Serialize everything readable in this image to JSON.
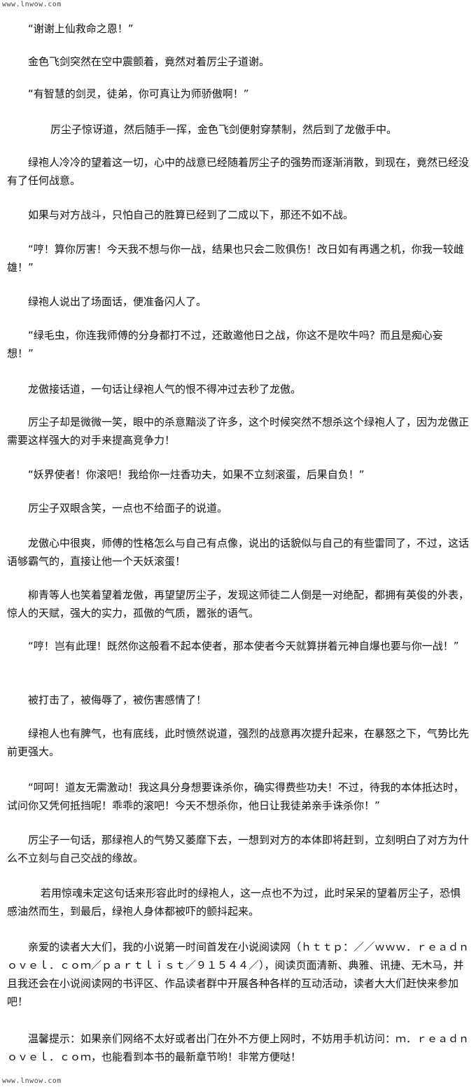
{
  "watermark": {
    "top": "www.lnwow.com",
    "bottom": "www.lnwow.com"
  },
  "paragraphs": [
    "“谢谢上仙救命之恩！”",
    "金色飞剑突然在空中震颤着，竟然对着厉尘子道谢。",
    "“有智慧的剑灵，徒弟，你可真让为师骄傲啊！”",
    "厉尘子惊讶道，然后随手一挥，金色飞剑便射穿禁制，然后到了龙傲手中。",
    "绿袍人冷冷的望着这一切，心中的战意已经随着厉尘子的强势而逐渐消散，到现在，竟然已经没有了任何战意。",
    "如果与对方战斗，只怕自己的胜算已经到了二成以下，那还不如不战。",
    "“哼！算你厉害！今天我不想与你一战，结果也只会二败俱伤！改日如有再遇之机，你我一较雌雄！”",
    "绿袍人说出了场面话，便准备闪人了。",
    "“绿毛虫，你连我师傅的分身都打不过，还敢邀他日之战，你这不是吹牛吗？而且是痴心妄想！”",
    "龙傲接话道，一句话让绿袍人气的恨不得冲过去秒了龙傲。",
    "厉尘子却是微微一笑，眼中的杀意黯淡了许多，这个时候突然不想杀这个绿袍人了，因为龙傲正需要这样强大的对手来提高竞争力！",
    "“妖界使者！你滚吧！我给你一炷香功夫，如果不立刻滚蛋，后果自负！”",
    "厉尘子双眼含笑，一点也不给面子的说道。",
    "龙傲心中很爽，师傅的性格怎么与自己有点像，说出的话貌似与自己的有些雷同了，不过，这话语够霸气的，直接让他一个天妖滚蛋！",
    "柳青等人也笑着望着龙傲，再望望厉尘子，发现这师徒二人倒是一对绝配，都拥有英俊的外表，惊人的天赋，强大的实力，孤傲的气质，嚣张的语气。",
    "“哼！岂有此理！既然你这般看不起本使者，那本使者今天就算拼着元神自爆也要与你一战！”",
    "被打击了，被侮辱了，被伤害感情了！",
    "绿袍人也有脾气，也有底线，此时愤然说道，强烈的战意再次提升起来，在暴怒之下，气势比先前更强大。",
    "“呵呵！道友无需激动！我这具分身想要诛杀你，确实得费些功夫！不过，待我的本体抵达时，试问你又凭何抵挡呢！乖乖的滚吧！今天不想杀你，他日让我徒弟亲手诛杀你！”",
    "厉尘子一句话，那绿袍人的气势又萎靡下去，一想到对方的本体即将赶到，立刻明白了对方为什么不立刻与自己交战的缘故。",
    "若用惊魂未定这句话来形容此时的绿袍人，这一点也不为过，此时呆呆的望着厉尘子，恐惧感油然而生，到最后，绿袍人身体都被吓的颤抖起来。",
    "亲爱的读者大大们，我的小说第一时间首发在小说阅读网（ｈｔｔｐ：／／ｗｗｗ．ｒｅａｄｎｏｖｅｌ．ｃｏｍ／ｐａｒｔｌｉｓｔ／９１５４４／），阅读页面清新、典雅、讯捷、无木马，并且我还会在小说阅读网的书评区、作品读者群中开展各种各样的互动活动，读者大大们赶快来参加吧！",
    "温馨提示：如果亲们网络不太好或者出门在外不方便上网时，不妨用手机访问：ｍ．ｒｅａｄｎｏｖｅｌ．ｃｏｍ，也能看到本书的最新章节哟！非常方便哒！"
  ]
}
